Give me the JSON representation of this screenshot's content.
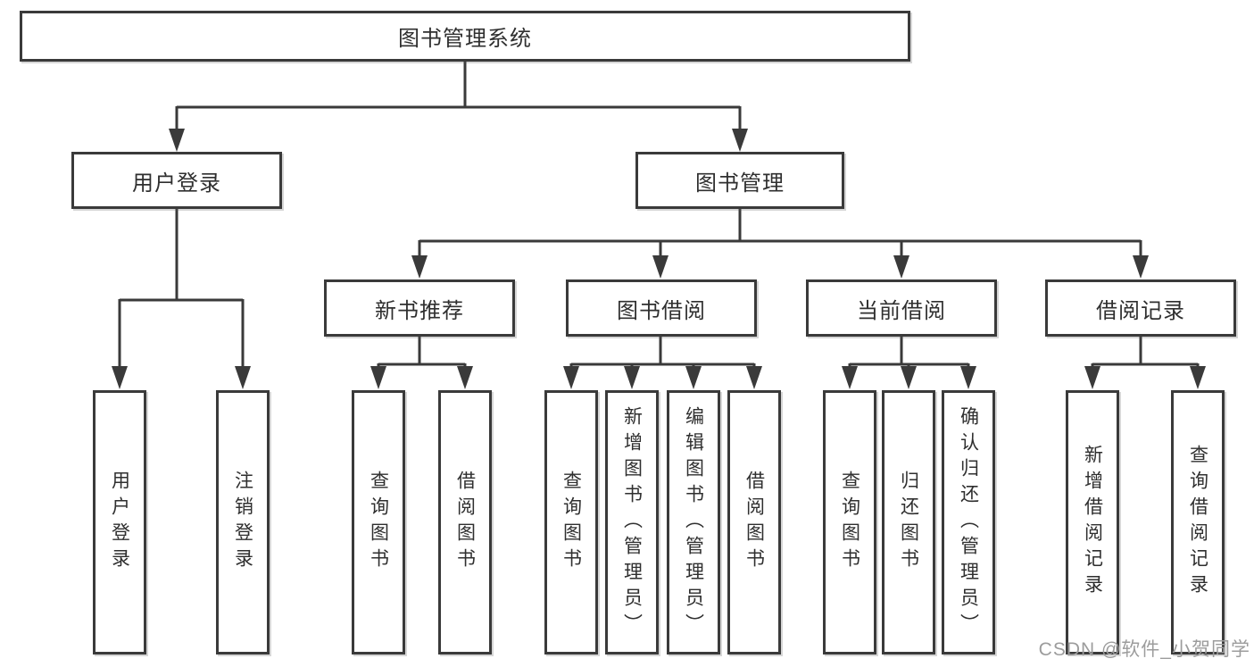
{
  "diagram_type": "hierarchy-tree",
  "tree": {
    "label": "图书管理系统",
    "children": [
      {
        "label": "用户登录",
        "children": [
          {
            "label": "用户登录"
          },
          {
            "label": "注销登录"
          }
        ]
      },
      {
        "label": "图书管理",
        "children": [
          {
            "label": "新书推荐",
            "children": [
              {
                "label": "查询图书"
              },
              {
                "label": "借阅图书"
              }
            ]
          },
          {
            "label": "图书借阅",
            "children": [
              {
                "label": "查询图书"
              },
              {
                "label": "新增图书（管理员）"
              },
              {
                "label": "编辑图书（管理员）"
              },
              {
                "label": "借阅图书"
              }
            ]
          },
          {
            "label": "当前借阅",
            "children": [
              {
                "label": "查询图书"
              },
              {
                "label": "归还图书"
              },
              {
                "label": "确认归还（管理员）"
              }
            ]
          },
          {
            "label": "借阅记录",
            "children": [
              {
                "label": "新增借阅记录"
              },
              {
                "label": "查询借阅记录"
              }
            ]
          }
        ]
      }
    ]
  },
  "watermark": "CSDN @软件_小贺同学",
  "colors": {
    "line": "#3a3a3a",
    "box_border": "#3a3a3a",
    "background": "#ffffff",
    "watermark": "#9c9c9c"
  }
}
